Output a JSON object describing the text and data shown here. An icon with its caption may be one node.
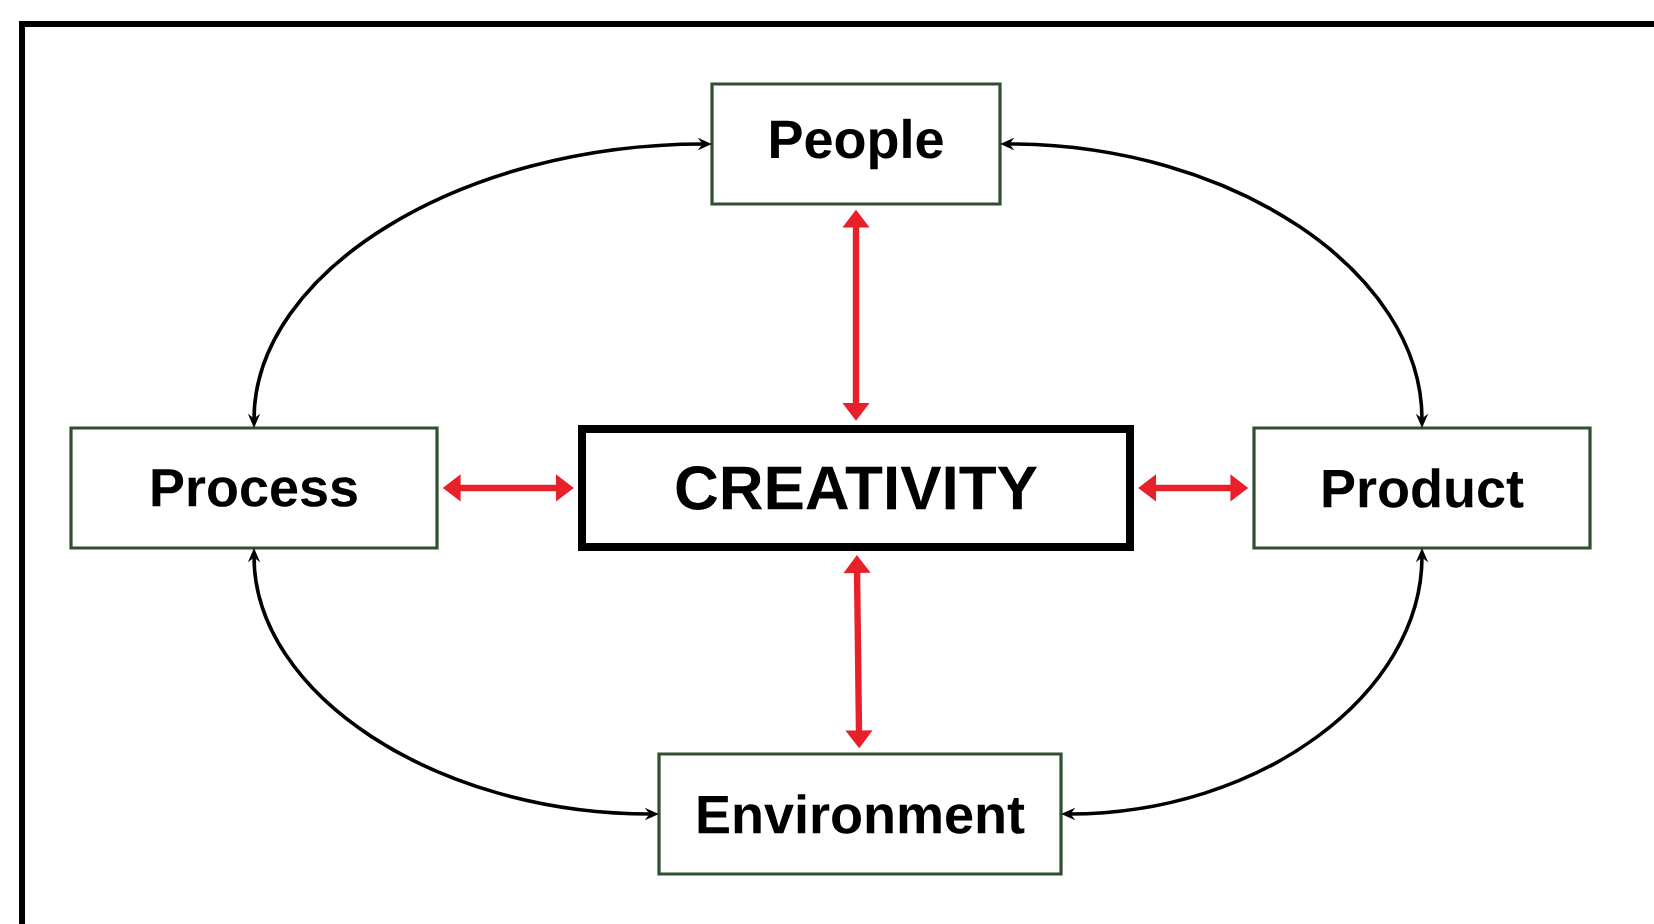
{
  "diagram": {
    "nodes": [
      {
        "text": [
          "People"
        ]
      },
      {
        "text": [
          "Process"
        ]
      },
      {
        "text": [
          "CREATIVITY"
        ]
      },
      {
        "text": [
          "Product"
        ]
      },
      {
        "text": [
          "Environment"
        ]
      }
    ],
    "edges": [
      {
        "from": 0,
        "to": 2,
        "arrow": "both"
      },
      {
        "from": 1,
        "to": 2,
        "arrow": "both"
      },
      {
        "from": 2,
        "to": 3,
        "arrow": "both"
      },
      {
        "from": 2,
        "to": 4,
        "arrow": "both"
      },
      {
        "from": 1,
        "to": 0,
        "arrow": "both",
        "color": "#000000"
      },
      {
        "from": 0,
        "to": 3,
        "arrow": "both",
        "color": "#000000"
      },
      {
        "from": 1,
        "to": 4,
        "arrow": "both",
        "color": "#000000"
      },
      {
        "from": 3,
        "to": 4,
        "arrow": "both",
        "color": "#000000"
      }
    ]
  }
}
